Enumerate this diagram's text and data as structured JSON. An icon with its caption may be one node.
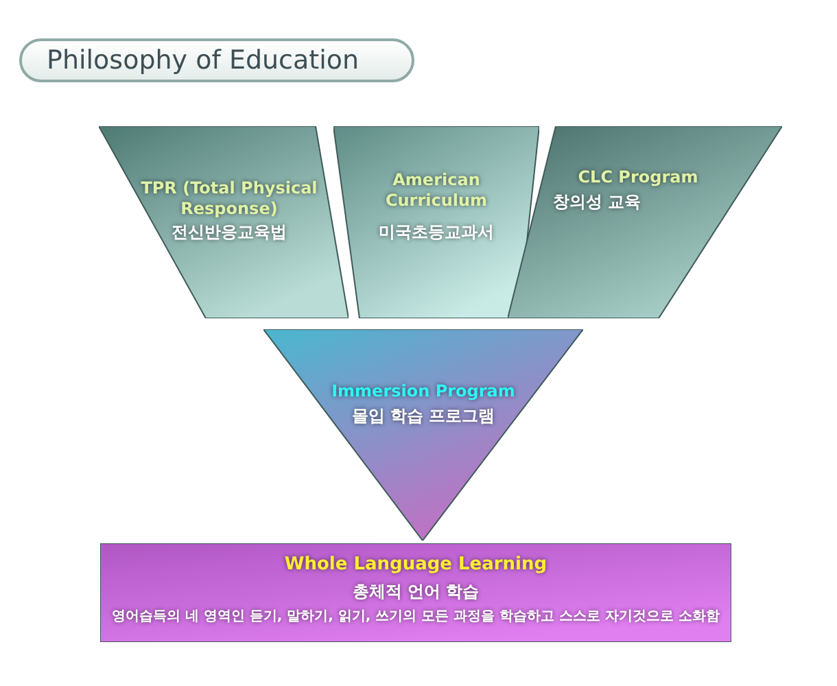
{
  "diagram": {
    "title": "Philosophy of Education",
    "nodes": [
      {
        "text": [
          "TPR (Total Physical Response)",
          "전신반응교육법"
        ]
      },
      {
        "text": [
          "American Curriculum",
          "미국초등교과서"
        ]
      },
      {
        "text": [
          "CLC Program",
          "창의성 교육"
        ]
      },
      {
        "text": [
          "Immersion Program",
          "몰입 학습 프로그램"
        ]
      },
      {
        "text": [
          "Whole Language Learning",
          "총체적 언어 학습",
          "영어습득의 네 영역인 듣기, 말하기, 읽기, 쓰기의 모든 과정을 학습하고 스스로 자기것으로 소화함"
        ]
      }
    ]
  }
}
